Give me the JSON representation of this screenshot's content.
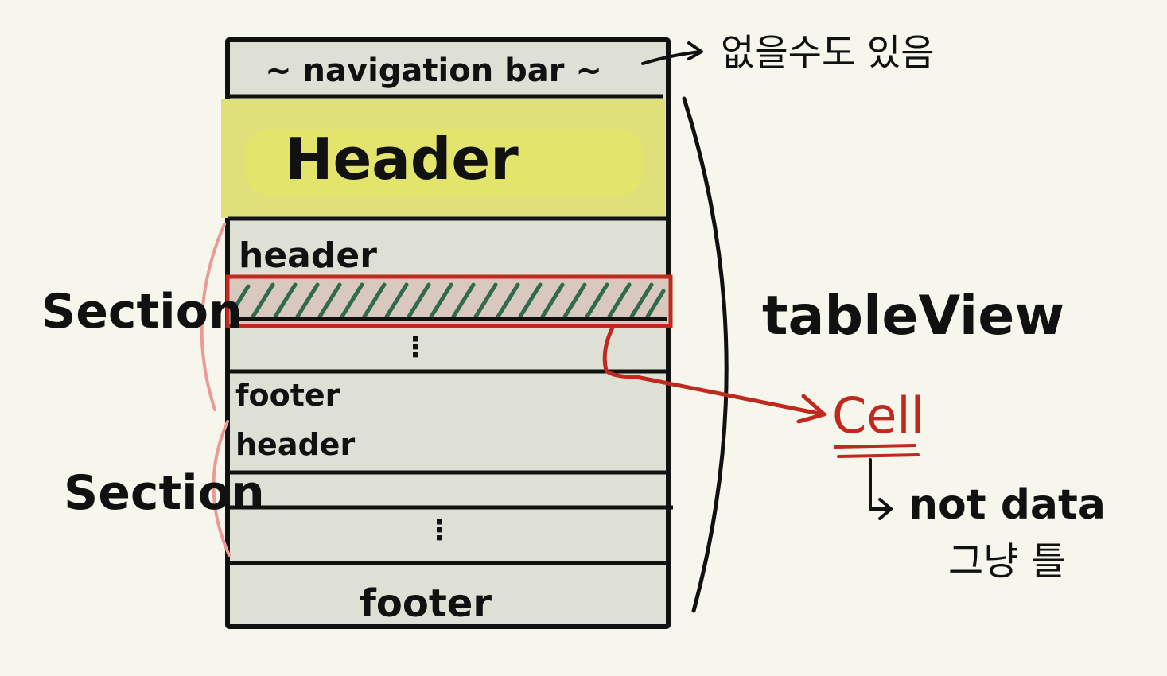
{
  "colors": {
    "background": "#f6f6ec",
    "screen_fill": "#dedfd5",
    "header_highlight": "#dfe07a",
    "cell_fill": "#d9c8bd",
    "cell_hatch": "#2f6b4c",
    "cell_border": "#c0291d",
    "section_bracket": "#ec9a95",
    "ink": "#111111"
  },
  "labels": {
    "navigation_bar": "~ navigation bar ~",
    "nav_note": "없을수도 있음",
    "table_header": "Header",
    "section1_header": "header",
    "section1_footer": "footer",
    "section2_header": "header",
    "table_footer": "footer",
    "section1_label": "Section",
    "section2_label": "Section",
    "tableview_label": "tableView",
    "cell_label": "Cell",
    "cell_note_line1": "not data",
    "cell_note_line2": "그냥 틀",
    "ellipsis": "⋮"
  },
  "icons": {
    "nav_arrow": "right-arrow-icon",
    "cell_arrow": "right-arrow-icon",
    "note_arrow": "turn-right-arrow-icon"
  }
}
